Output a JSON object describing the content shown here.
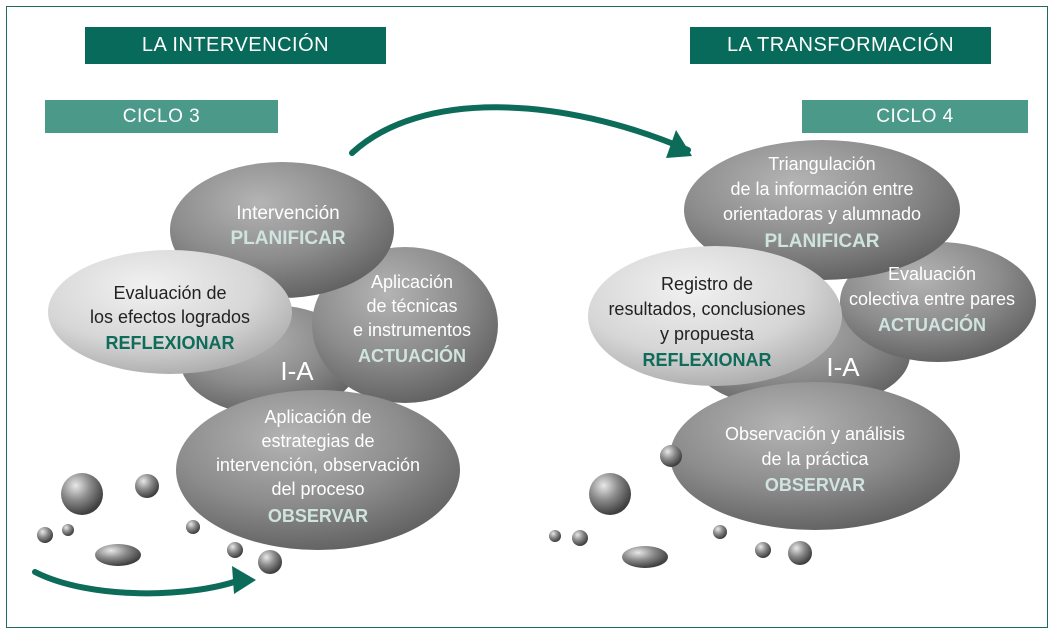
{
  "headers": {
    "left": "LA INTERVENCIÓN",
    "right": "LA TRANSFORMACIÓN"
  },
  "cycles": {
    "left": "CICLO 3",
    "right": "CICLO 4"
  },
  "center_label": "I-A",
  "left_diagram": {
    "planificar": {
      "lines": [
        "Intervención"
      ],
      "keyword": "PLANIFICAR"
    },
    "actuacion": {
      "lines": [
        "Aplicación",
        "de técnicas",
        "e instrumentos"
      ],
      "keyword": "ACTUACIÓN"
    },
    "reflexionar": {
      "lines": [
        "Evaluación de",
        "los efectos logrados"
      ],
      "keyword": "REFLEXIONAR"
    },
    "observar": {
      "lines": [
        "Aplicación de",
        "estrategias de",
        "intervención, observación",
        "del proceso"
      ],
      "keyword": "OBSERVAR"
    }
  },
  "right_diagram": {
    "planificar": {
      "lines": [
        "Triangulación",
        "de la información entre",
        "orientadoras y alumnado"
      ],
      "keyword": "PLANIFICAR"
    },
    "actuacion": {
      "lines": [
        "Evaluación",
        "colectiva entre pares"
      ],
      "keyword": "ACTUACIÓN"
    },
    "reflexionar": {
      "lines": [
        "Registro de",
        "resultados, conclusiones",
        "y propuesta"
      ],
      "keyword": "REFLEXIONAR"
    },
    "observar": {
      "lines": [
        "Observación y análisis",
        "de la práctica"
      ],
      "keyword": "OBSERVAR"
    }
  },
  "colors": {
    "dark_green": "#086a5a",
    "light_green": "#4b9a89",
    "bubble_gray": "#8a8a8a",
    "bubble_light": "#d6d6d6",
    "keyword_on_gray": "#cfe3df",
    "keyword_on_light": "#0f6b5a"
  }
}
